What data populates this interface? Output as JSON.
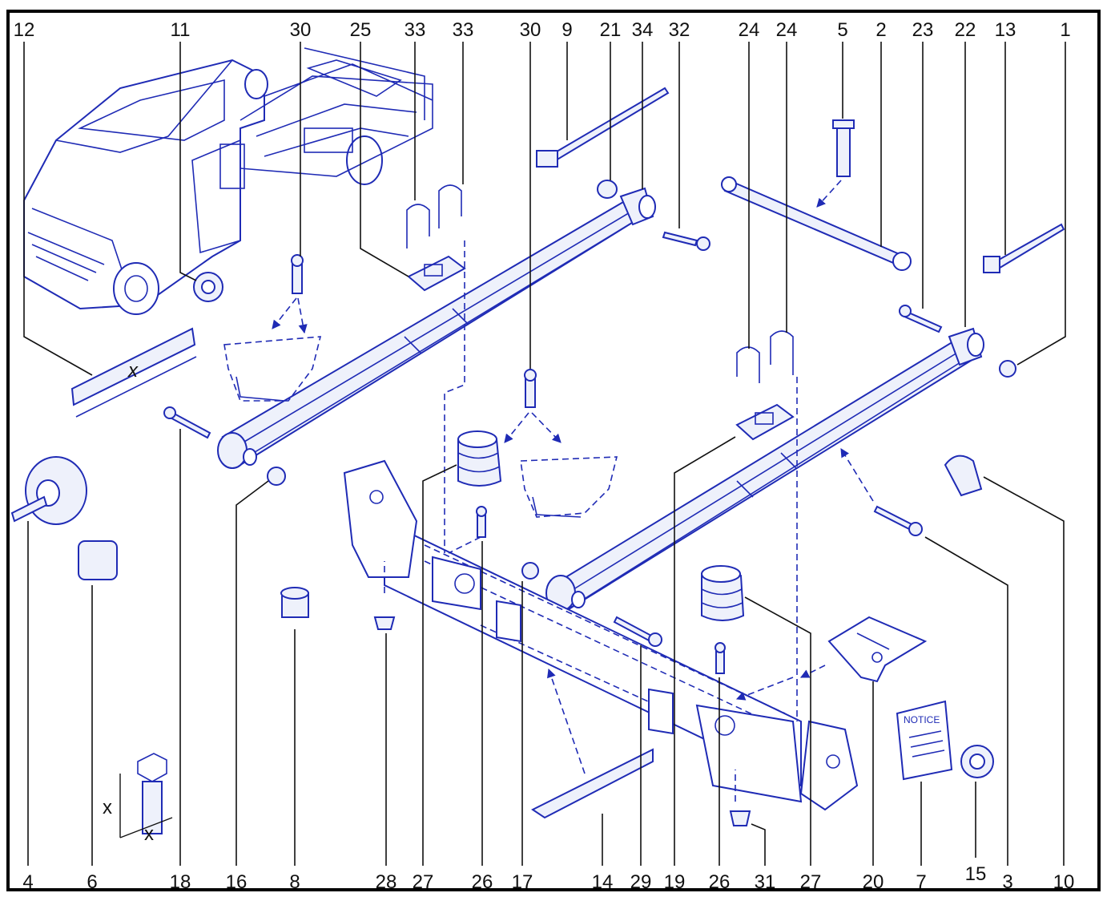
{
  "diagram": {
    "top_labels": [
      "12",
      "11",
      "30",
      "25",
      "33",
      "33",
      "30",
      "9",
      "21",
      "34",
      "32",
      "24",
      "24",
      "5",
      "2",
      "23",
      "22",
      "13",
      "1"
    ],
    "bottom_labels": [
      "4",
      "6",
      "18",
      "16",
      "8",
      "28",
      "27",
      "26",
      "17",
      "14",
      "29",
      "19",
      "26",
      "31",
      "27",
      "20",
      "7",
      "15",
      "3",
      "10"
    ],
    "dimension_mark": "x",
    "booklet_text": "NOTICE",
    "colors": {
      "line": "#1f2bb5",
      "frame": "#000000",
      "text": "#111111"
    }
  }
}
